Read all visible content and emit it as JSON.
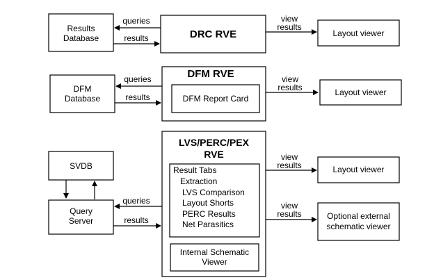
{
  "diagram": {
    "section1": {
      "results_database": [
        "Results",
        "Database"
      ],
      "drc_rve": "DRC RVE",
      "queries": "queries",
      "results": "results",
      "view_results": [
        "view",
        "results"
      ],
      "layout_viewer": "Layout viewer"
    },
    "section2": {
      "dfm_database": [
        "DFM",
        "Database"
      ],
      "dfm_rve": "DFM RVE",
      "dfm_report_card": "DFM Report Card",
      "queries": "queries",
      "results": "results",
      "view_results": [
        "view",
        "results"
      ],
      "layout_viewer": "Layout viewer"
    },
    "section3": {
      "svdb": "SVDB",
      "query_server": [
        "Query",
        "Server"
      ],
      "lvs_rve": [
        "LVS/PERC/PEX",
        "RVE"
      ],
      "result_tabs": {
        "title": "Result Tabs",
        "items": [
          "Extraction",
          "LVS Comparison",
          "Layout Shorts",
          "PERC Results",
          "Net Parasitics"
        ]
      },
      "internal_schematic_viewer": [
        "Internal Schematic",
        "Viewer"
      ],
      "queries": "queries",
      "results": "results",
      "view_results_1": [
        "view",
        "results"
      ],
      "layout_viewer": "Layout viewer",
      "view_results_2": [
        "view",
        "results"
      ],
      "optional_viewer": [
        "Optional external",
        "schematic viewer"
      ]
    }
  }
}
